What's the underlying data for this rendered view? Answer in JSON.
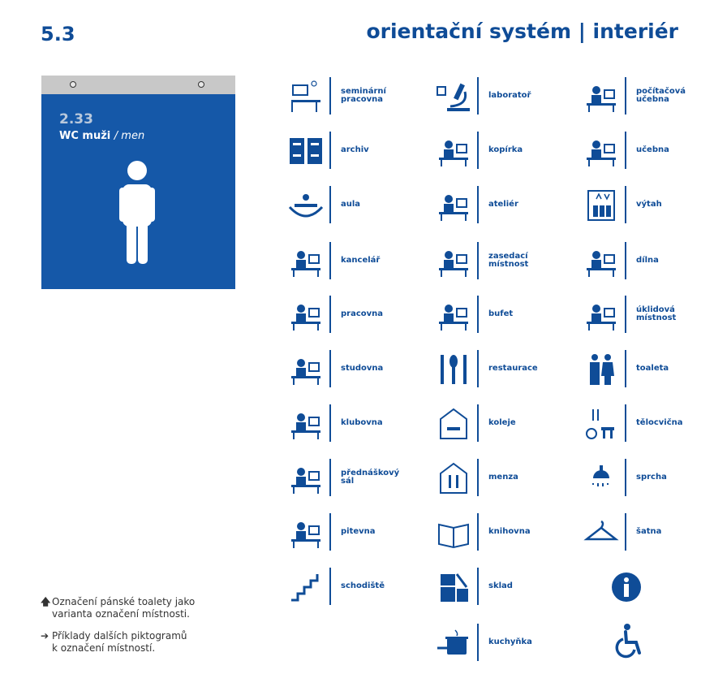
{
  "header": {
    "section_number": "5.3",
    "title": "orientační systém | interiér"
  },
  "sign": {
    "number": "2.33",
    "name": "WC muži",
    "name_en": "/ men"
  },
  "pictograms": [
    {
      "label": "seminární\npracovna",
      "icon": "seminar-room-icon"
    },
    {
      "label": "archiv",
      "icon": "archive-icon"
    },
    {
      "label": "aula",
      "icon": "auditorium-icon"
    },
    {
      "label": "kancelář",
      "icon": "office-icon"
    },
    {
      "label": "pracovna",
      "icon": "study-room-icon"
    },
    {
      "label": "studovna",
      "icon": "reading-room-icon"
    },
    {
      "label": "klubovna",
      "icon": "clubroom-icon"
    },
    {
      "label": "přednáškový\nsál",
      "icon": "lecture-hall-icon"
    },
    {
      "label": "pitevna",
      "icon": "dissection-room-icon"
    },
    {
      "label": "schodiště",
      "icon": "stairs-icon"
    },
    {
      "label": "laboratoř",
      "icon": "microscope-icon"
    },
    {
      "label": "kopírka",
      "icon": "copier-icon"
    },
    {
      "label": "ateliér",
      "icon": "easel-icon"
    },
    {
      "label": "zasedací\nmístnost",
      "icon": "meeting-room-icon"
    },
    {
      "label": "bufet",
      "icon": "snack-bar-icon"
    },
    {
      "label": "restaurace",
      "icon": "cutlery-icon"
    },
    {
      "label": "koleje",
      "icon": "dormitory-icon"
    },
    {
      "label": "menza",
      "icon": "canteen-icon"
    },
    {
      "label": "knihovna",
      "icon": "book-icon"
    },
    {
      "label": "sklad",
      "icon": "storage-icon"
    },
    {
      "label": "kuchyňka",
      "icon": "kitchen-icon"
    },
    {
      "label": "počítačová\nučebna",
      "icon": "computer-lab-icon"
    },
    {
      "label": "učebna",
      "icon": "classroom-icon"
    },
    {
      "label": "výtah",
      "icon": "elevator-icon"
    },
    {
      "label": "dílna",
      "icon": "workshop-icon"
    },
    {
      "label": "úklidová\nmístnost",
      "icon": "cleaning-room-icon"
    },
    {
      "label": "toaleta",
      "icon": "toilet-icon"
    },
    {
      "label": "tělocvična",
      "icon": "gym-icon"
    },
    {
      "label": "sprcha",
      "icon": "shower-icon"
    },
    {
      "label": "šatna",
      "icon": "cloakroom-icon"
    }
  ],
  "extra_icons": [
    "information-icon",
    "wheelchair-icon"
  ],
  "notes": [
    {
      "arrow": "🡅",
      "text": "Označení pánské toalety jako\nvarianta označení místnosti."
    },
    {
      "arrow": "➔",
      "text": "Příklady dalších piktogramů\nk označení místností."
    }
  ],
  "colors": {
    "brand_blue": "#0f4c97",
    "sign_blue": "#1558a8",
    "sign_bar": "#c8c8c8"
  }
}
